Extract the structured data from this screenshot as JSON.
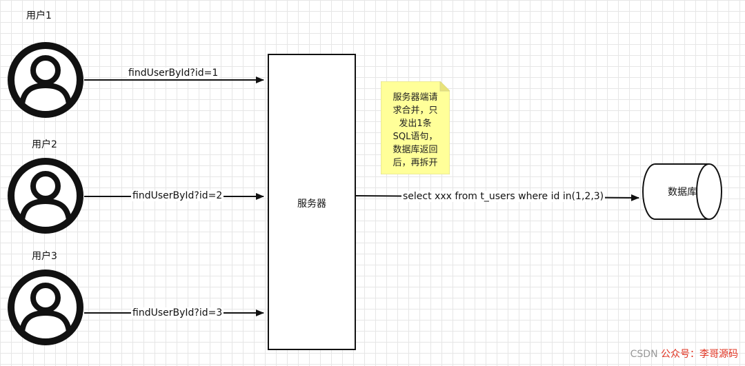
{
  "users": [
    {
      "label": "用户1",
      "request": "findUserById?id=1"
    },
    {
      "label": "用户2",
      "request": "findUserById?id=2"
    },
    {
      "label": "用户3",
      "request": "findUserById?id=3"
    }
  ],
  "server": {
    "label": "服务器"
  },
  "note": {
    "lines": [
      "服务器端请",
      "求合并，只",
      "发出1条",
      "SQL语句，",
      "数据库返回",
      "后，再拆开"
    ]
  },
  "query": {
    "text": "select xxx from t_users where id in(1,2,3)"
  },
  "database": {
    "label": "数据库"
  },
  "watermark": {
    "prefix": "CSDN",
    "suffix": "公众号：李哥源码"
  },
  "colors": {
    "stroke": "#111111",
    "note_fill": "#ffff99",
    "grid": "#e6e6e6"
  }
}
